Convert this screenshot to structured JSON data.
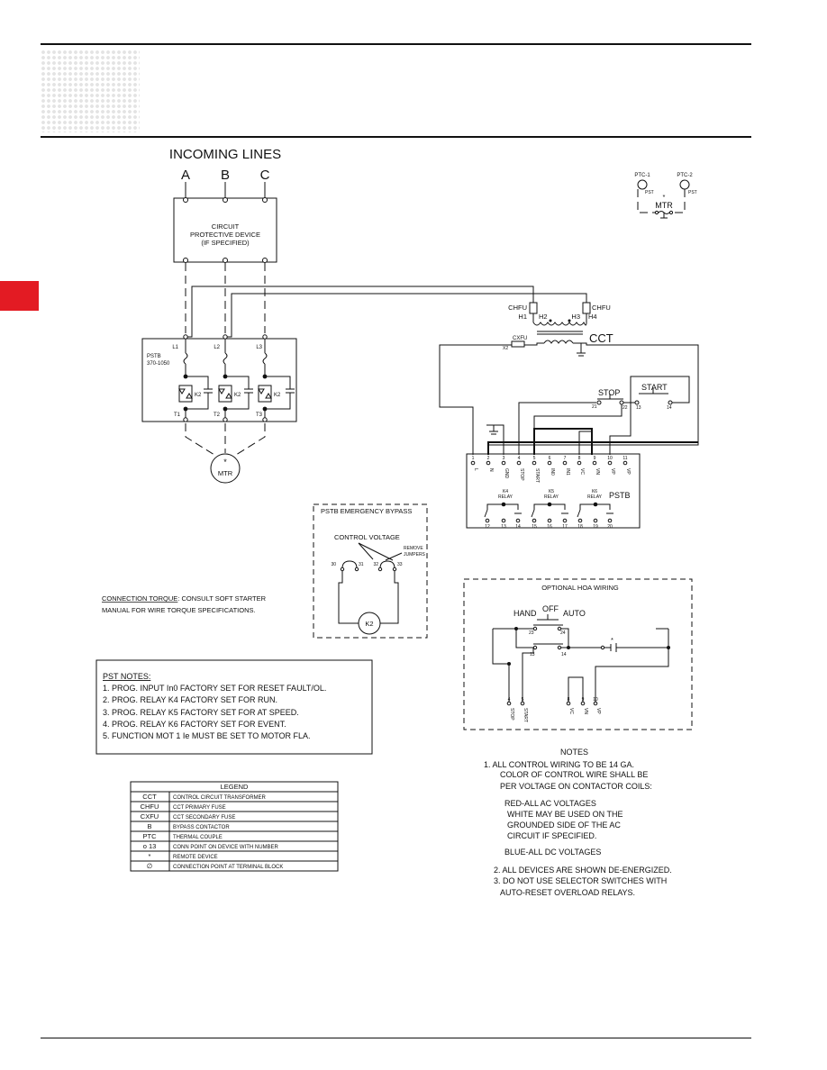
{
  "header": {
    "accent_color": "#e31b23"
  },
  "incoming": {
    "title": "INCOMING LINES",
    "phases": [
      "A",
      "B",
      "C"
    ],
    "cpd_lines": [
      "CIRCUIT",
      "PROTECTIVE DEVICE",
      "(IF SPECIFIED)"
    ]
  },
  "pstb_left": {
    "label_lines": [
      "PSTB",
      "370-1050"
    ],
    "line_terms": [
      "L1",
      "L2",
      "L3"
    ],
    "load_terms": [
      "T1",
      "T2",
      "T3"
    ],
    "bypass": [
      "K2",
      "K2",
      "K2"
    ],
    "motor": {
      "star": "*",
      "label": "MTR"
    }
  },
  "transformer": {
    "fuse_left": "CHFU",
    "fuse_right": "CHFU",
    "taps": [
      "H1",
      "H2",
      "H3",
      "H4"
    ],
    "label": "CCT",
    "sec_fuse": "CXFU",
    "sec_x": "X2"
  },
  "controls": {
    "stop": "STOP",
    "stop_terms": [
      "21",
      "22"
    ],
    "start": "START",
    "start_terms": [
      "13",
      "14"
    ]
  },
  "ptc": {
    "left": "PTC-1",
    "right": "PTC-2",
    "pst": "PST",
    "star": "*",
    "mtr": "MTR"
  },
  "pstb_block": {
    "label": "PSTB",
    "top_numbers": [
      "1",
      "2",
      "3",
      "4",
      "5",
      "6",
      "7",
      "8",
      "9",
      "10",
      "11"
    ],
    "top_labels": [
      "L",
      "N",
      "GND",
      "STOP",
      "START",
      "IN0",
      "IN1",
      "VC",
      "VN",
      "VP",
      "VP"
    ],
    "relays": [
      "K4\nRELAY",
      "K5\nRELAY",
      "K6\nRELAY"
    ],
    "relay_names": [
      "K4",
      "K5",
      "K6"
    ],
    "relay_word": "RELAY",
    "bottom_numbers": [
      "12",
      "13",
      "14",
      "15",
      "16",
      "17",
      "18",
      "19",
      "20"
    ]
  },
  "bypass_box": {
    "title": "PSTB EMERGENCY BYPASS",
    "control_voltage": "CONTROL VOLTAGE",
    "remove": [
      "REMOVE",
      "JUMPERS"
    ],
    "terms": [
      "30",
      "31",
      "32",
      "33"
    ],
    "coil": "K2"
  },
  "torque": {
    "label": "CONNECTION TORQUE",
    "text1": ": CONSULT SOFT STARTER",
    "text2": "MANUAL FOR WIRE TORQUE SPECIFICATIONS."
  },
  "pst_notes": {
    "title": "PST NOTES:",
    "items": [
      "1. PROG. INPUT In0 FACTORY SET FOR RESET FAULT/OL.",
      "2. PROG. RELAY K4 FACTORY SET FOR RUN.",
      "3. PROG. RELAY K5 FACTORY SET FOR AT SPEED.",
      "4. PROG. RELAY K6 FACTORY SET FOR EVENT.",
      "5. FUNCTION MOT 1 Ie MUST BE SET TO MOTOR FLA."
    ]
  },
  "hoa": {
    "title": "OPTIONAL HOA WIRING",
    "hand": "HAND",
    "off": "OFF",
    "auto": "AUTO",
    "terms": [
      "23",
      "24",
      "13",
      "14"
    ],
    "star": "*",
    "bottom_numbers": [
      "4",
      "5",
      "8",
      "9",
      "10"
    ],
    "bottom_labels": [
      "STOP",
      "START",
      "VC",
      "VN",
      "VP"
    ]
  },
  "legend": {
    "title": "LEGEND",
    "rows": [
      [
        "CCT",
        "CONTROL CIRCUIT TRANSFORMER"
      ],
      [
        "CHFU",
        "CCT PRIMARY FUSE"
      ],
      [
        "CXFU",
        "CCT SECONDARY FUSE"
      ],
      [
        "B",
        "BYPASS CONTACTOR"
      ],
      [
        "PTC",
        "THERMAL COUPLE"
      ],
      [
        "o 13",
        "CONN POINT ON DEVICE WITH NUMBER"
      ],
      [
        "*",
        "REMOTE DEVICE"
      ],
      [
        "∅",
        "CONNECTION POINT AT TERMINAL BLOCK"
      ]
    ]
  },
  "notes": {
    "title": "NOTES",
    "lines": [
      "1. ALL CONTROL WIRING TO BE 14 GA.",
      "COLOR OF CONTROL WIRE SHALL BE",
      "PER VOLTAGE ON CONTACTOR COILS:",
      "RED-ALL AC VOLTAGES",
      "WHITE MAY BE USED ON THE",
      "GROUNDED SIDE OF THE AC",
      "CIRCUIT IF SPECIFIED.",
      "BLUE-ALL DC VOLTAGES",
      "2. ALL DEVICES ARE SHOWN DE-ENERGIZED.",
      "3. DO NOT USE SELECTOR SWITCHES WITH",
      "AUTO-RESET OVERLOAD RELAYS."
    ]
  }
}
